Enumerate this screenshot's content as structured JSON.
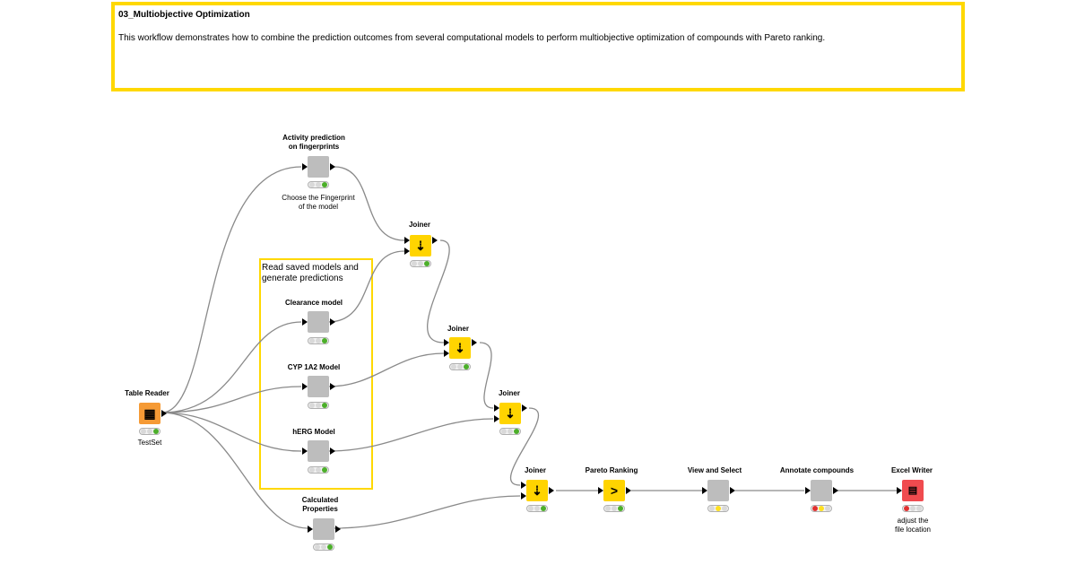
{
  "workflow": {
    "title": "03_Multiobjective Optimization",
    "description": "This workflow demonstrates how to combine the prediction outcomes from several computational models to perform multiobjective optimization of compounds with Pareto ranking."
  },
  "annotation_box": {
    "text": "Read saved models and\ngenerate predictions"
  },
  "nodes": {
    "table_reader": {
      "label": "Table Reader",
      "caption": "TestSet",
      "icon": "table-icon",
      "status": [
        "gray",
        "gray",
        "green"
      ]
    },
    "activity_prediction": {
      "label": "Activity prediction\non fingerprints",
      "caption": "Choose the Fingerprint\nof the model",
      "icon": "metanode-icon",
      "status": [
        "gray",
        "gray",
        "green"
      ]
    },
    "clearance_model": {
      "label": "Clearance model",
      "icon": "metanode-icon",
      "status": [
        "gray",
        "gray",
        "green"
      ]
    },
    "cyp_model": {
      "label": "CYP 1A2 Model",
      "icon": "metanode-icon",
      "status": [
        "gray",
        "gray",
        "green"
      ]
    },
    "herg_model": {
      "label": "hERG Model",
      "icon": "metanode-icon",
      "status": [
        "gray",
        "gray",
        "green"
      ]
    },
    "calculated_properties": {
      "label": "Calculated\nProperties",
      "icon": "metanode-icon",
      "status": [
        "gray",
        "gray",
        "green"
      ]
    },
    "joiner_1": {
      "label": "Joiner",
      "icon": "joiner-icon",
      "status": [
        "gray",
        "gray",
        "green"
      ]
    },
    "joiner_2": {
      "label": "Joiner",
      "icon": "joiner-icon",
      "status": [
        "gray",
        "gray",
        "green"
      ]
    },
    "joiner_3": {
      "label": "Joiner",
      "icon": "joiner-icon",
      "status": [
        "gray",
        "gray",
        "green"
      ]
    },
    "joiner_4": {
      "label": "Joiner",
      "icon": "joiner-icon",
      "status": [
        "gray",
        "gray",
        "green"
      ]
    },
    "pareto_ranking": {
      "label": "Pareto Ranking",
      "icon": "pareto-icon",
      "status": [
        "gray",
        "gray",
        "green"
      ]
    },
    "view_select": {
      "label": "View and Select",
      "icon": "component-icon",
      "status": [
        "gray",
        "yellow",
        "gray"
      ]
    },
    "annotate_compounds": {
      "label": "Annotate compounds",
      "icon": "component-icon",
      "status": [
        "red",
        "warning",
        "gray"
      ]
    },
    "excel_writer": {
      "label": "Excel Writer",
      "caption": "adjust the\nfile location",
      "icon": "excel-icon",
      "status": [
        "red",
        "gray",
        "gray"
      ]
    }
  },
  "colors": {
    "annotation_border": "#ffd800",
    "manipulator_node": "#ffd400",
    "source_node": "#f59a35",
    "sink_node": "#f04b4f",
    "metanode": "#bdbdbd",
    "connection": "#8a8a8a"
  }
}
